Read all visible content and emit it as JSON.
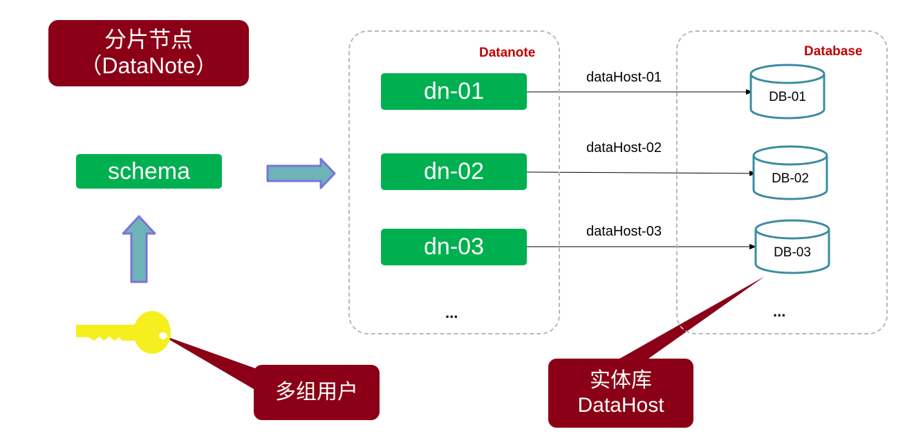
{
  "title": {
    "line1": "分片节点",
    "line2": "（DataNote）"
  },
  "schema_label": "schema",
  "datanote_group": {
    "title": "Datanote",
    "nodes": [
      "dn-01",
      "dn-02",
      "dn-03"
    ],
    "ellipsis": "..."
  },
  "database_group": {
    "title": "Database",
    "hosts": [
      "dataHost-01",
      "dataHost-02",
      "dataHost-03"
    ],
    "databases": [
      "DB-01",
      "DB-02",
      "DB-03"
    ],
    "ellipsis": "..."
  },
  "callouts": {
    "users": "多组用户",
    "datahost_line1": "实体库",
    "datahost_line2": "DataHost"
  },
  "colors": {
    "dark_red": "#8b0016",
    "green": "#00b050",
    "arrow_fill": "#6cb4b8",
    "arrow_stroke": "#7b72d8",
    "db_stroke": "#3a8ca0",
    "key": "#f5ef1f",
    "group_title": "#c00000",
    "dashed_border": "#b8b8b8"
  },
  "icons": [
    "key-icon",
    "database-cylinder-icon",
    "block-arrow-icon"
  ]
}
